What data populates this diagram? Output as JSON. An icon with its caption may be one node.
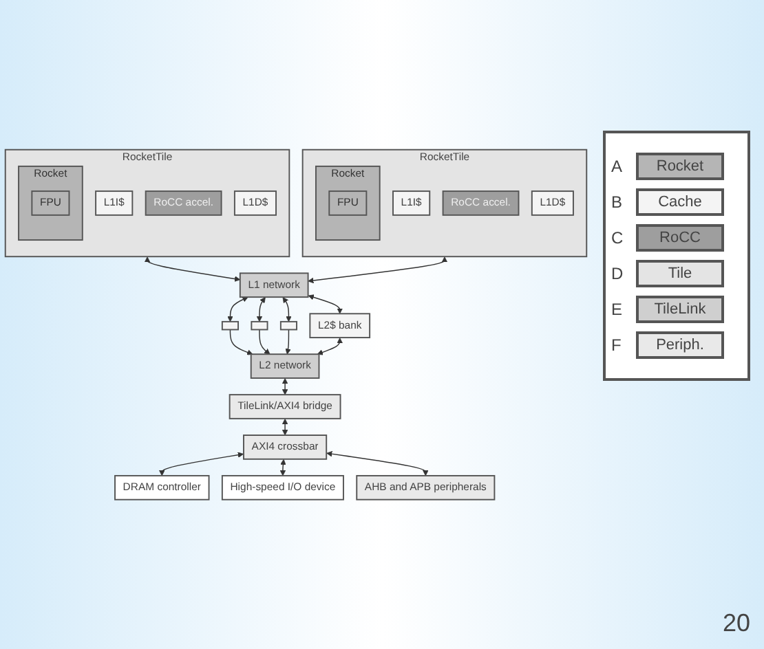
{
  "diagram": {
    "nodes": [
      {
        "text": [
          "RocketTile"
        ]
      },
      {
        "text": [
          "Rocket"
        ],
        "in": 0
      },
      {
        "text": [
          "FPU"
        ],
        "in": 1
      },
      {
        "text": [
          "L1I$"
        ],
        "in": 0
      },
      {
        "text": [
          "RoCC accel."
        ],
        "in": 0
      },
      {
        "text": [
          "L1D$"
        ],
        "in": 0
      },
      {
        "text": [
          "RocketTile"
        ]
      },
      {
        "text": [
          "Rocket"
        ],
        "in": 6
      },
      {
        "text": [
          "FPU"
        ],
        "in": 7
      },
      {
        "text": [
          "L1I$"
        ],
        "in": 6
      },
      {
        "text": [
          "RoCC accel."
        ],
        "in": 6
      },
      {
        "text": [
          "L1D$"
        ],
        "in": 6
      },
      {
        "text": [
          "L1 network"
        ]
      },
      {
        "text": [],
        "shape": "box"
      },
      {
        "text": [],
        "shape": "box"
      },
      {
        "text": [],
        "shape": "box"
      },
      {
        "text": [
          "L2$ bank"
        ]
      },
      {
        "text": [
          "L2 network"
        ]
      },
      {
        "text": [
          "TileLink/AXI4 bridge"
        ]
      },
      {
        "text": [
          "AXI4 crossbar"
        ]
      },
      {
        "text": [
          "DRAM controller"
        ]
      },
      {
        "text": [
          "High-speed I/O device"
        ]
      },
      {
        "text": [
          "AHB and APB peripherals"
        ]
      }
    ],
    "edges": [
      {
        "from": 0,
        "to": 12,
        "arrow": "both"
      },
      {
        "from": 6,
        "to": 12,
        "arrow": "both"
      },
      {
        "from": 12,
        "to": 13,
        "arrow": "both"
      },
      {
        "from": 12,
        "to": 14,
        "arrow": "both"
      },
      {
        "from": 12,
        "to": 15,
        "arrow": "both"
      },
      {
        "from": 12,
        "to": 16,
        "arrow": "both"
      },
      {
        "from": 13,
        "to": 17,
        "arrow": "to"
      },
      {
        "from": 14,
        "to": 17,
        "arrow": "to"
      },
      {
        "from": 15,
        "to": 17,
        "arrow": "to"
      },
      {
        "from": 16,
        "to": 17,
        "arrow": "both"
      },
      {
        "from": 17,
        "to": 18,
        "arrow": "both"
      },
      {
        "from": 18,
        "to": 19,
        "arrow": "both"
      },
      {
        "from": 19,
        "to": 20,
        "arrow": "both"
      },
      {
        "from": 19,
        "to": 21,
        "arrow": "both"
      },
      {
        "from": 19,
        "to": 22,
        "arrow": "both"
      }
    ],
    "labels": [
      "A",
      "B",
      "C",
      "D",
      "E",
      "F",
      "20"
    ],
    "legend": [
      {
        "text": "Rocket"
      },
      {
        "text": "Cache"
      },
      {
        "text": "RoCC"
      },
      {
        "text": "Tile"
      },
      {
        "text": "TileLink"
      },
      {
        "text": "Periph."
      }
    ]
  }
}
